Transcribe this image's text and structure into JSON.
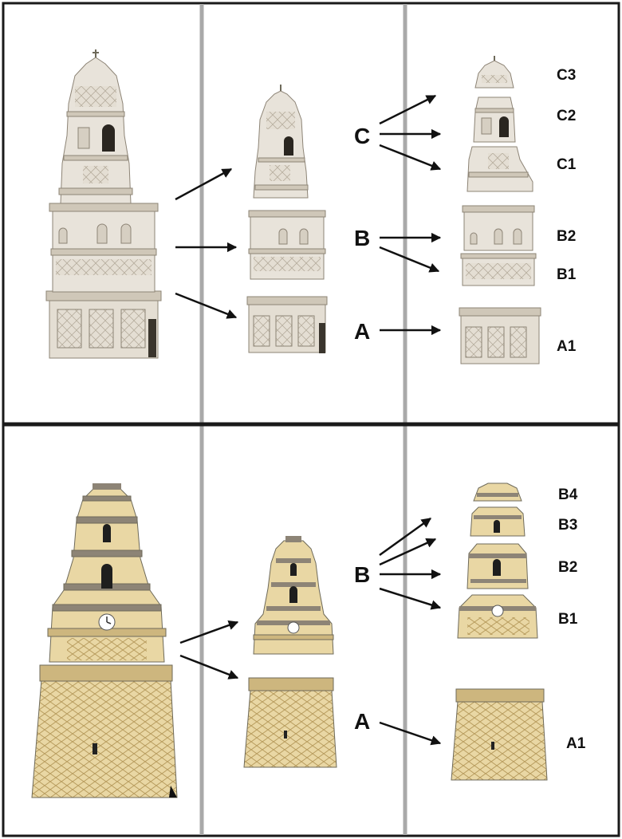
{
  "colors": {
    "frame": "#1a1a1a",
    "divider": "#a9a9a9",
    "stone_light": "#e8e3da",
    "stone_mid": "#cfc7b8",
    "stone_dark": "#8d8476",
    "brick_yellow": "#e9d7a4",
    "brick_mid": "#cdb67e",
    "brick_dark": "#6e6a5a"
  },
  "top_panel": {
    "group_labels": {
      "c": "C",
      "b": "B",
      "a": "A"
    },
    "part_labels": {
      "c3": "C3",
      "c2": "C2",
      "c1": "C1",
      "b2": "B2",
      "b1": "B1",
      "a1": "A1"
    }
  },
  "bottom_panel": {
    "group_labels": {
      "b": "B",
      "a": "A"
    },
    "part_labels": {
      "b4": "B4",
      "b3": "B3",
      "b2": "B2",
      "b1": "B1",
      "a1": "A1"
    }
  }
}
